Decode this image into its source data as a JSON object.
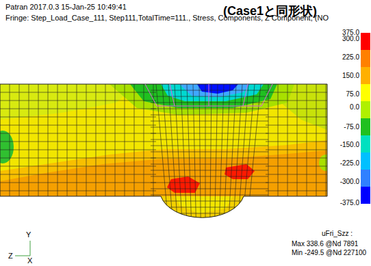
{
  "diagram": {
    "title": "(Case1と同形状)",
    "labels": [
      "Patran 2017.0.3 15-Jan-25 10:49:41",
      "Fringe: Step_Load_Case_111, Step111,TotalTime=111., Stress, Components, Z Component, (NO",
      "375.0",
      "300.0",
      "225.0",
      "150.0",
      "75.0",
      "0.0",
      "-75.0",
      "-150.0",
      "-225.0",
      "-300.0",
      "-375.0",
      "Y",
      "Z",
      "X",
      "uFri_Szz :",
      "Max 338.6 @Nd 7891",
      "Min -249.5 @Nd 227100"
    ]
  }
}
